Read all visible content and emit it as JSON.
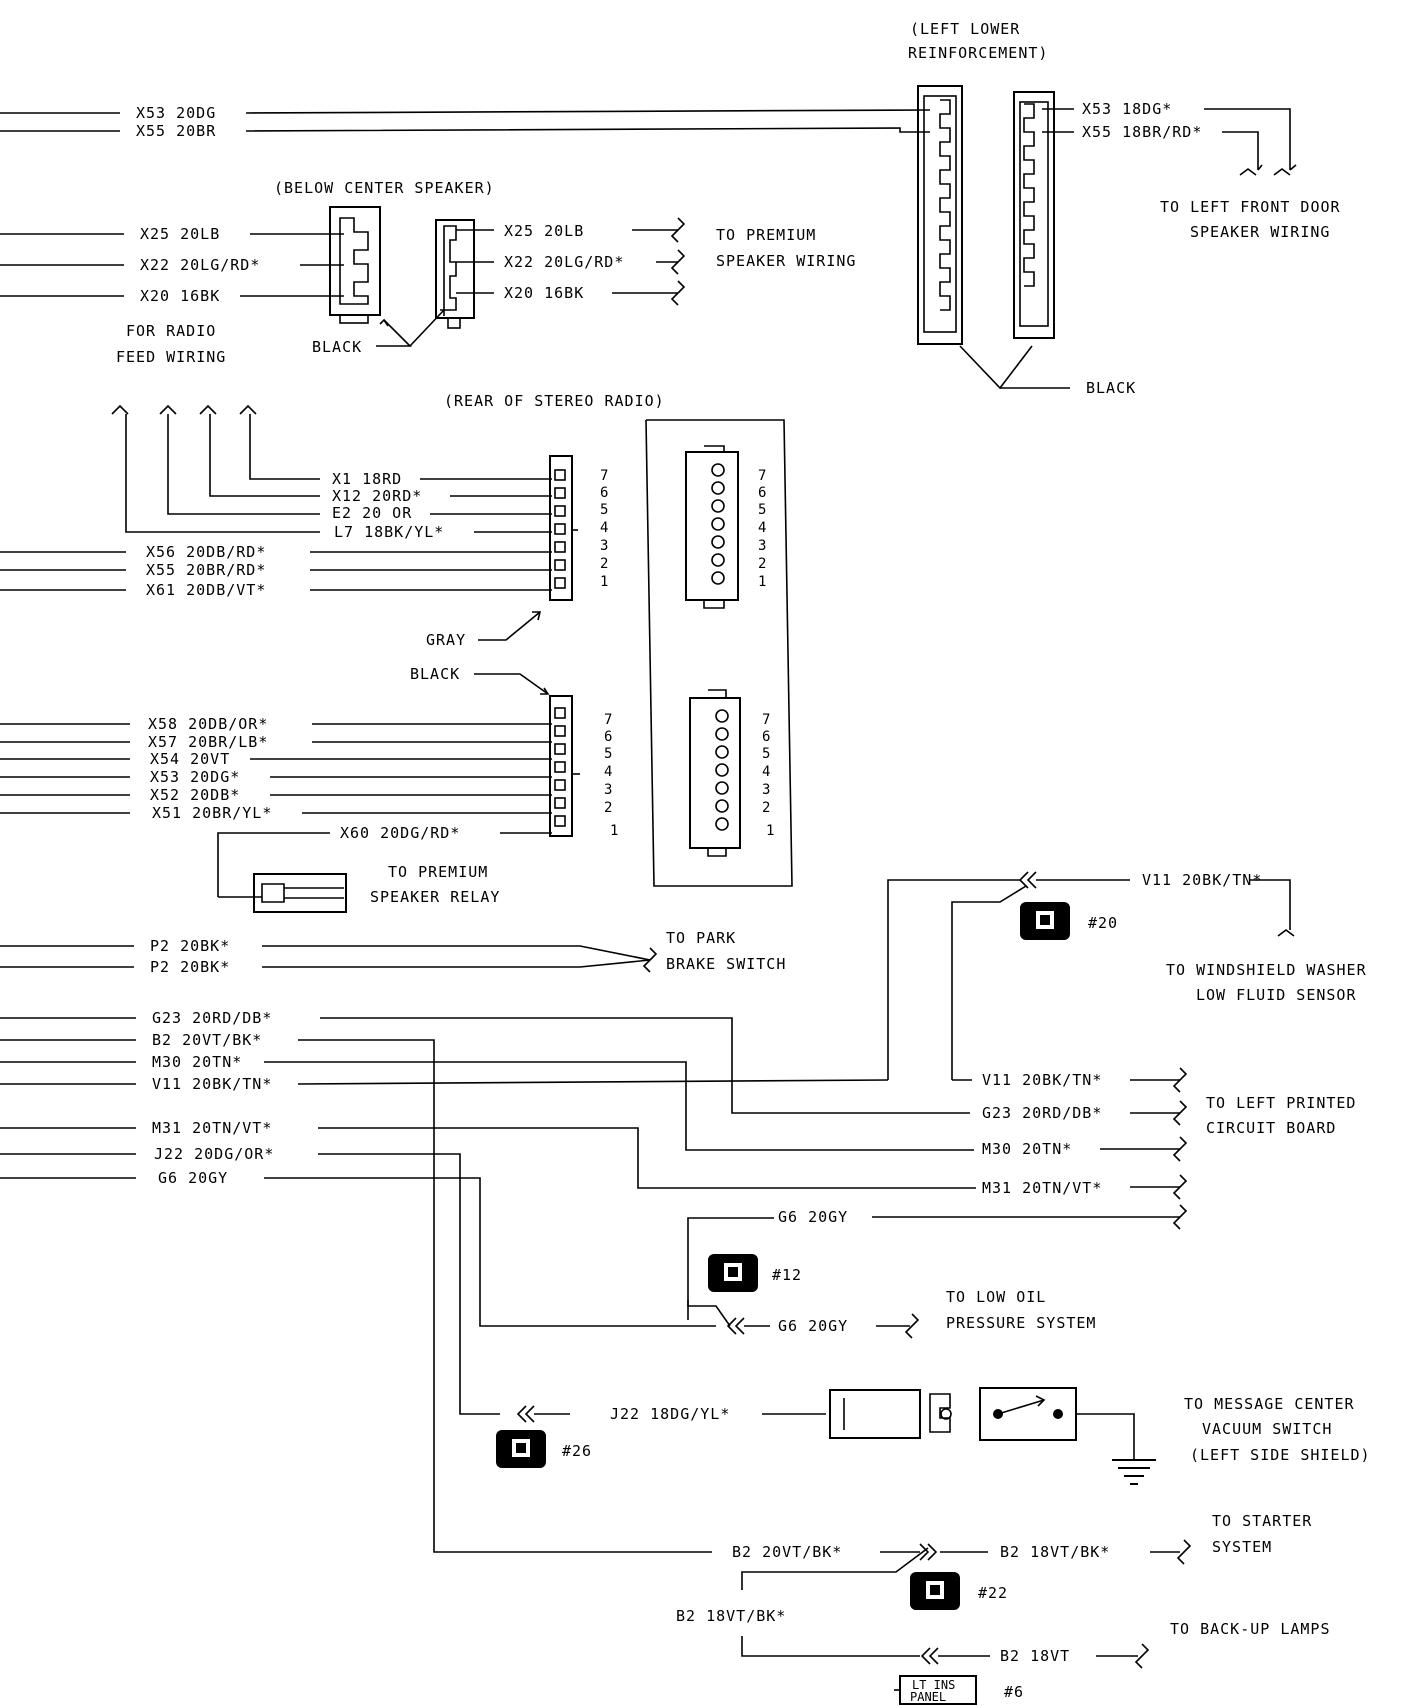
{
  "locations": {
    "left_lower_1": "(LEFT LOWER",
    "left_lower_2": "REINFORCEMENT)",
    "below_center_speaker": "(BELOW CENTER SPEAKER)",
    "rear_stereo_radio": "(REAR OF STEREO RADIO)"
  },
  "wires": {
    "x53_20dg": "X53 20DG",
    "x55_20br": "X55 20BR",
    "x53_18dg": "X53 18DG*",
    "x55_18br_rd": "X55 18BR/RD*",
    "x25_left": "X25 20LB",
    "x22_left": "X22 20LG/RD*",
    "x20_left": "X20 16BK",
    "x25_right": "X25 20LB",
    "x22_right": "X22 20LG/RD*",
    "x20_right": "X20 16BK",
    "x1": "X1 18RD",
    "x12": "X12 20RD*",
    "e2": "E2 20 OR",
    "l7": "L7 18BK/YL*",
    "x56": "X56 20DB/RD*",
    "x55_radio": "X55 20BR/RD*",
    "x61": "X61 20DB/VT*",
    "x58": "X58 20DB/OR*",
    "x57": "X57 20BR/LB*",
    "x54": "X54 20VT",
    "x53_radio": "X53 20DG*",
    "x52": "X52 20DB*",
    "x51": "X51 20BR/YL*",
    "x60": "X60 20DG/RD*",
    "p2_a": "P2 20BK*",
    "p2_b": "P2 20BK*",
    "g23_left": "G23 20RD/DB*",
    "b2_left": "B2 20VT/BK*",
    "m30_left": "M30 20TN*",
    "v11_left": "V11 20BK/TN*",
    "m31_left": "M31 20TN/VT*",
    "j22_left": "J22 20DG/OR*",
    "g6_left": "G6 20GY",
    "v11_top": "V11 20BK/TN*",
    "v11_right": "V11 20BK/TN*",
    "g23_right": "G23 20RD/DB*",
    "m30_right": "M30 20TN*",
    "m31_right": "M31 20TN/VT*",
    "g6_right": "G6 20GY",
    "g6_low": "G6 20GY",
    "j22_right": "J22 18DG/YL*",
    "b2_bottom": "B2 20VT/BK*",
    "b2_18_right": "B2 18VT/BK*",
    "b2_18_left": "B2 18VT/BK*",
    "b2_18vt": "B2 18VT"
  },
  "destinations": {
    "front_door_1": "TO LEFT FRONT DOOR",
    "front_door_2": "SPEAKER WIRING",
    "premium_speaker_1": "TO PREMIUM",
    "premium_speaker_2": "SPEAKER WIRING",
    "radio_feed_1": "FOR RADIO",
    "radio_feed_2": "FEED WIRING",
    "premium_relay_1": "TO PREMIUM",
    "premium_relay_2": "SPEAKER RELAY",
    "park_brake_1": "TO PARK",
    "park_brake_2": "BRAKE SWITCH",
    "washer_1": "TO WINDSHIELD WASHER",
    "washer_2": "LOW FLUID SENSOR",
    "pcb_1": "TO LEFT PRINTED",
    "pcb_2": "CIRCUIT BOARD",
    "oil_1": "TO LOW OIL",
    "oil_2": "PRESSURE SYSTEM",
    "msg_center_1": "TO MESSAGE CENTER",
    "msg_center_2": "VACUUM SWITCH",
    "msg_center_3": "(LEFT SIDE SHIELD)",
    "starter_1": "TO STARTER",
    "starter_2": "SYSTEM",
    "backup_lamps": "TO BACK-UP LAMPS"
  },
  "colors_text": {
    "black_1": "BLACK",
    "black_2": "BLACK",
    "gray": "GRAY",
    "black_3": "BLACK"
  },
  "connectors": {
    "c20": "#20",
    "c12": "#12",
    "c26": "#26",
    "c22": "#22",
    "c6": "#6",
    "lt_ins_1": "LT INS",
    "lt_ins_2": "PANEL"
  },
  "pins": [
    "7",
    "6",
    "5",
    "4",
    "3",
    "2",
    "1"
  ]
}
